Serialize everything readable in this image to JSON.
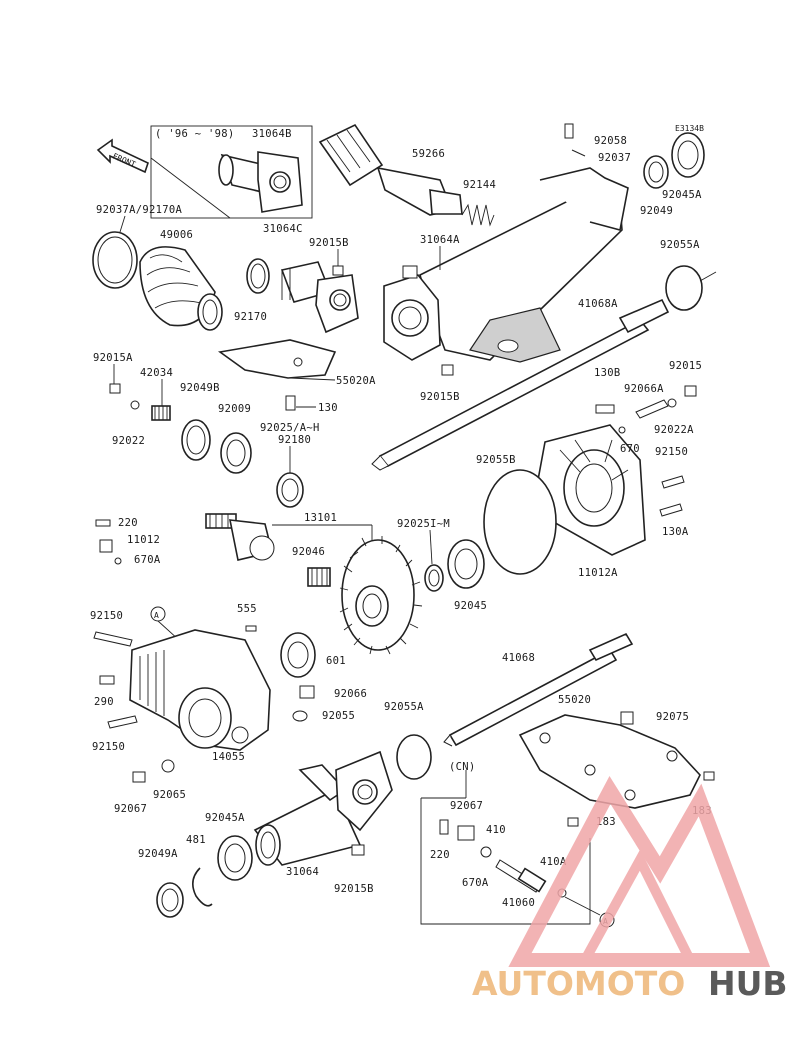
{
  "diagram": {
    "inset_period": "( '96 ~ '98)",
    "direction_label": "FRONT",
    "variant_label": "(CN)",
    "ref_code": "E3134B",
    "callout_a": "A",
    "labels": {
      "p31064B": "31064B",
      "p92037A_92170A": "92037A/92170A",
      "p49006": "49006",
      "p31064C": "31064C",
      "p92015B_top": "92015B",
      "p92170": "92170",
      "p55020A": "55020A",
      "p92015A": "92015A",
      "p42034": "42034",
      "p92049B": "92049B",
      "p92009": "92009",
      "p92022": "92022",
      "p130_top": "130",
      "p92025": "92025/A~H",
      "p92180": "92180",
      "p59266": "59266",
      "p92144": "92144",
      "p92058": "92058",
      "p92037": "92037",
      "p92049": "92049",
      "p92045A_top": "92045A",
      "p31064A": "31064A",
      "p92055A_top": "92055A",
      "p41068A": "41068A",
      "p92015B_mid": "92015B",
      "p130B": "130B",
      "p92015_r": "92015",
      "p92066A": "92066A",
      "p92022A": "92022A",
      "p670": "670",
      "p92150_r": "92150",
      "p92055B": "92055B",
      "p130A": "130A",
      "p11012A": "11012A",
      "p220_top": "220",
      "p11012": "11012",
      "p670A_top": "670A",
      "p13101": "13101",
      "p92046": "92046",
      "p92025I_M": "92025I~M",
      "p92045": "92045",
      "p92150_l": "92150",
      "p555": "555",
      "p601": "601",
      "p92066": "92066",
      "p92055": "92055",
      "p290": "290",
      "p92150_l2": "92150",
      "p14055": "14055",
      "p92065": "92065",
      "p92067_l": "92067",
      "p41068": "41068",
      "p55020": "55020",
      "p92075": "92075",
      "p92055A_mid": "92055A",
      "p183_r": "183",
      "p183_m": "183",
      "p92067_b": "92067",
      "p410": "410",
      "p220_b": "220",
      "p670A_b": "670A",
      "p410A": "410A",
      "p41060": "41060",
      "p92045A_b": "92045A",
      "p481": "481",
      "p92049A": "92049A",
      "p31064": "31064",
      "p92015B_b": "92015B"
    }
  },
  "watermark": {
    "part1": "AUTOMOTO",
    "part2": "HUB",
    "color_accent": "#f2c8a0",
    "color_red": "#e8252a",
    "color_dark": "#5a5a5a"
  }
}
